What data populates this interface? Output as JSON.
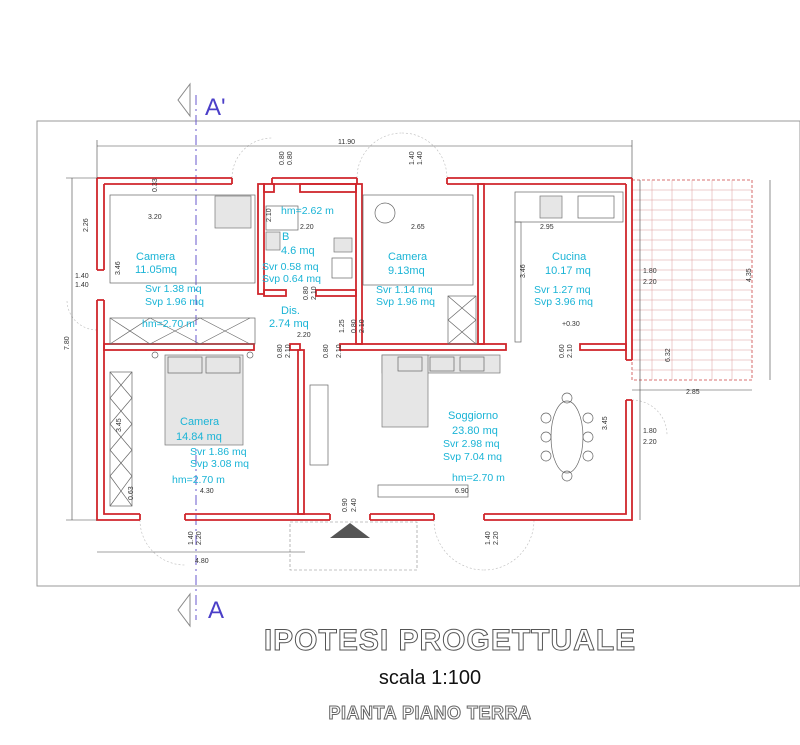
{
  "section_marker": {
    "top": "A'",
    "bottom": "A"
  },
  "titles": {
    "main": "IPOTESI PROGETTUALE",
    "scale": "scala 1:100",
    "floor": "PIANTA PIANO TERRA"
  },
  "rooms": [
    {
      "id": "camera1",
      "name": "Camera",
      "area": "11.05mq",
      "svr": "Svr 1.38 mq",
      "svp": "Svp 1.96 mq",
      "hm": "hm=2.70 m"
    },
    {
      "id": "bagno",
      "name": "B",
      "area": "4.6 mq",
      "svr": "Svr 0.58 mq",
      "svp": "Svp 0.64 mq",
      "hm": "hm=2.62 m"
    },
    {
      "id": "camera2",
      "name": "Camera",
      "area": "9.13mq",
      "svr": "Svr 1.14 mq",
      "svp": "Svp 1.96 mq"
    },
    {
      "id": "cucina",
      "name": "Cucina",
      "area": "10.17 mq",
      "svr": "Svr 1.27 mq",
      "svp": "Svp 3.96 mq",
      "level": "+0.30"
    },
    {
      "id": "dis",
      "name": "Dis.",
      "area": "2.74 mq"
    },
    {
      "id": "camera3",
      "name": "Camera",
      "area": "14.84 mq",
      "svr": "Svr 1.86 mq",
      "svp": "Svp 3.08 mq",
      "hm": "hm=2.70 m"
    },
    {
      "id": "soggiorno",
      "name": "Soggiorno",
      "area": "23.80 mq",
      "svr": "Svr 2.98 mq",
      "svp": "Svp 7.04 mq",
      "hm": "hm=2.70 m"
    }
  ],
  "dimensions": {
    "overall_width": "11.90",
    "overall_depth": "7.80",
    "camera1_width": "3.20",
    "bagno_width": "2.20",
    "dis_width": "2.20",
    "camera2_width": "2.65",
    "cucina_width": "2.95",
    "camera3_width": "4.30",
    "soggiorno_width": "6.90",
    "bottom_width": "4.80",
    "portico_width": "2.85",
    "portico_depth": "4.35",
    "right_depth": "6.32",
    "left_upper": "2.26",
    "door_top_1": [
      "0.80",
      "0.80"
    ],
    "door_top_2": [
      "1.40",
      "1.40"
    ],
    "win_left": [
      "1.40",
      "1.40"
    ],
    "win_bottom_1": [
      "1.40",
      "2.20"
    ],
    "win_bottom_2": [
      "1.40",
      "2.20"
    ],
    "entrance": [
      "0.90",
      "2.40"
    ],
    "win_right_1": [
      "1.80",
      "2.20"
    ],
    "win_right_2": [
      "1.80",
      "2.20"
    ],
    "h_346": "3.46",
    "h_345": "3.45",
    "h_210": "2.10",
    "h_080": "0.80",
    "h_125": "1.25",
    "h_060": "0.60",
    "h_033": "0.33",
    "h_063": "0.63"
  }
}
